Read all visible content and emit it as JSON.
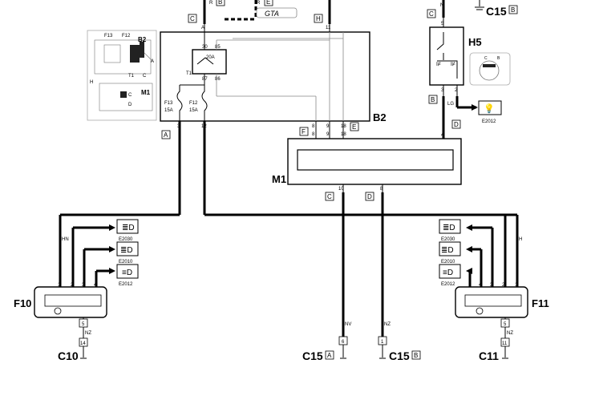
{
  "components": {
    "B2": "B2",
    "M1": "M1",
    "H5": "H5",
    "F10": "F10",
    "F11": "F11",
    "T1": "T1",
    "F13": "F13",
    "F12": "F12",
    "fuse_amp": "15A",
    "relay_amp": "20A"
  },
  "grounds": {
    "c15_top": "C15",
    "c15_a": "C15",
    "c15_b": "C15",
    "c10": "C10",
    "c11": "C11"
  },
  "connector_tags": {
    "A": "A",
    "B": "B",
    "C": "C",
    "D": "D",
    "E": "E",
    "F": "F",
    "H": "H"
  },
  "lamp_codes": {
    "e2030": "E2030",
    "e2010": "E2010",
    "e2012": "E2012"
  },
  "pins": {
    "relay": [
      "30",
      "85",
      "87",
      "86"
    ],
    "b2_bottom": [
      "3",
      "12"
    ],
    "b2_right": [
      "8",
      "9",
      "18"
    ],
    "m1_top": [
      "8",
      "9",
      "18",
      "4"
    ],
    "m1_bottom": [
      "10",
      "8"
    ],
    "f_lamp": [
      "1",
      "2",
      "3",
      "4"
    ],
    "h5": [
      "5",
      "3",
      "2"
    ],
    "misc": [
      "A",
      "11",
      "5",
      "6",
      "1",
      "14",
      "11",
      "5",
      "4"
    ]
  },
  "wire_codes": {
    "hn": "HN",
    "nz": "NZ",
    "nv": "NV",
    "lg": "LG",
    "h": "H",
    "n": "N",
    "r": "R"
  },
  "inset": {
    "labels": [
      "F13",
      "F12",
      "B2",
      "A",
      "T1",
      "C",
      "H",
      "M1",
      "C",
      "D"
    ]
  },
  "header_logo_text": "GTA"
}
